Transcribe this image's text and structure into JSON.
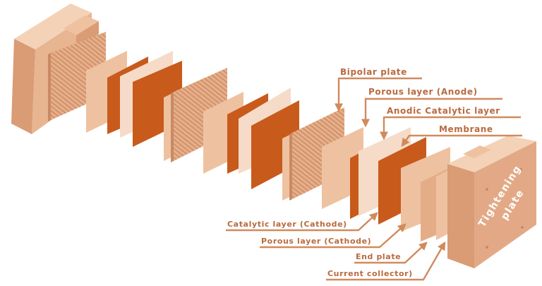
{
  "diagram": {
    "labels": {
      "bipolar_plate": "Bipolar plate",
      "porous_layer_anode": "Porous layer (Anode)",
      "anodic_catalytic_layer": "Anodic Catalytic layer",
      "membrane": "Membrane",
      "catalytic_layer_cathode": "Catalytic layer (Cathode)",
      "porous_layer_cathode": "Porous layer (Cathode)",
      "end_plate": "End plate",
      "current_collector": "Current collector)"
    },
    "tightening_plate": {
      "line1": "Tightening",
      "line2": "plate"
    },
    "colors": {
      "plate_face": "#eec2a0",
      "plate_side": "#d9a07a",
      "catalyst": "#c85a1c",
      "membrane": "#f6dcc8",
      "label_text": "#b96a3f",
      "leader_line": "#d08a5c"
    }
  }
}
